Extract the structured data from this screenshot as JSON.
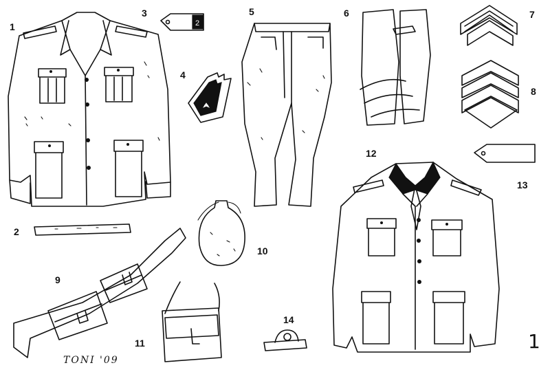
{
  "labels": {
    "item1": "1",
    "item2": "2",
    "item3": "3",
    "item4": "4",
    "item5": "5",
    "item6": "6",
    "item7": "7",
    "item8": "8",
    "item9": "9",
    "item10": "10",
    "item11": "11",
    "item12": "12",
    "item13": "13",
    "item14": "14"
  },
  "epaulette_digit": "2",
  "signature": "TONI '09",
  "page_number": "1"
}
